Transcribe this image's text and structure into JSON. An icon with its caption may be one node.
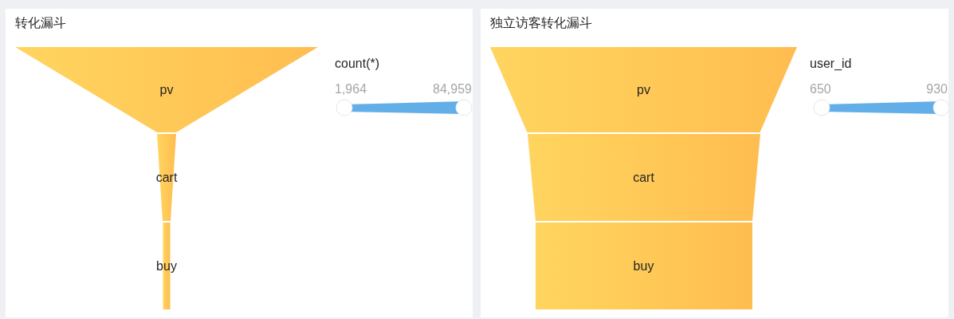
{
  "diagram": {
    "nodes": [
      {
        "text": [
          "转化漏斗",
          "count(*)",
          "1,964",
          "84,959"
        ]
      },
      {
        "text": [
          "pv"
        ],
        "in": 0
      },
      {
        "text": [
          "cart"
        ],
        "in": 0
      },
      {
        "text": [
          "buy"
        ],
        "in": 0
      },
      {
        "text": [
          "独立访客转化漏斗",
          "user_id",
          "650",
          "930"
        ]
      },
      {
        "text": [
          "pv"
        ],
        "in": 4
      },
      {
        "text": [
          "cart"
        ],
        "in": 4
      },
      {
        "text": [
          "buy"
        ],
        "in": 4
      }
    ]
  }
}
